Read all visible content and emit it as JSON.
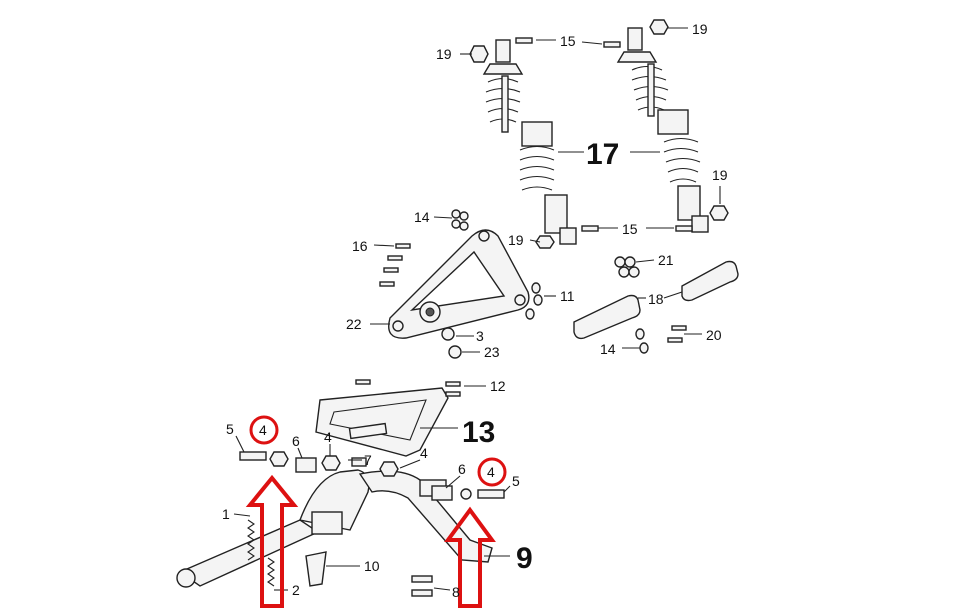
{
  "colors": {
    "background": "#ffffff",
    "ink": "#111111",
    "highlight": "#d11111"
  },
  "labels": {
    "l1": "1",
    "l2": "2",
    "l3": "3",
    "l4a": "4",
    "l4b": "4",
    "l4c": "4",
    "l4d": "4",
    "l5a": "5",
    "l5b": "5",
    "l6a": "6",
    "l6b": "6",
    "l7": "7",
    "l8": "8",
    "l9": "9",
    "l10": "10",
    "l11": "11",
    "l12": "12",
    "l13": "13",
    "l14a": "14",
    "l14b": "14",
    "l15a": "15",
    "l15b": "15",
    "l16": "16",
    "l17": "17",
    "l18": "18",
    "l19a": "19",
    "l19b": "19",
    "l19c": "19",
    "l19d": "19",
    "l20": "20",
    "l21": "21",
    "l22": "22",
    "l23": "23"
  },
  "highlights": [
    {
      "part": "4",
      "shape": "circle"
    },
    {
      "part": "4",
      "shape": "circle"
    },
    {
      "shape": "up-arrow"
    },
    {
      "shape": "up-arrow"
    }
  ]
}
